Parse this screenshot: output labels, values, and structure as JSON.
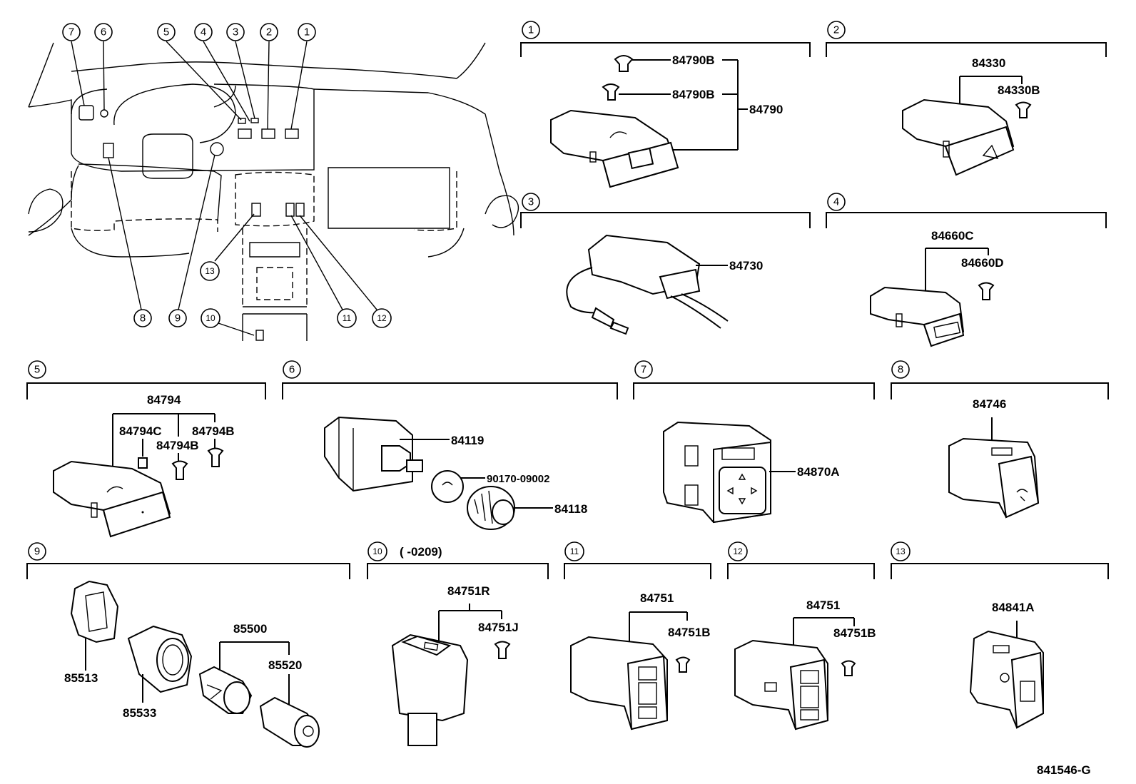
{
  "drawing_code": "841546-G",
  "overview": {
    "callouts": [
      "1",
      "2",
      "3",
      "4",
      "5",
      "6",
      "7",
      "8",
      "9",
      "10",
      "11",
      "12",
      "13"
    ]
  },
  "sections": {
    "s1": {
      "num": "1",
      "parts": [
        "84790B",
        "84790B",
        "84790"
      ]
    },
    "s2": {
      "num": "2",
      "parts": [
        "84330",
        "84330B"
      ]
    },
    "s3": {
      "num": "3",
      "parts": [
        "84730"
      ]
    },
    "s4": {
      "num": "4",
      "parts": [
        "84660C",
        "84660D"
      ]
    },
    "s5": {
      "num": "5",
      "parts": [
        "84794",
        "84794C",
        "84794B",
        "84794B"
      ]
    },
    "s6": {
      "num": "6",
      "parts": [
        "84119",
        "90170-09002",
        "84118"
      ]
    },
    "s7": {
      "num": "7",
      "parts": [
        "84870A"
      ]
    },
    "s8": {
      "num": "8",
      "parts": [
        "84746"
      ]
    },
    "s9": {
      "num": "9",
      "parts": [
        "85500",
        "85520",
        "85513",
        "85533"
      ]
    },
    "s10": {
      "num": "10",
      "note": "(        -0209)",
      "parts": [
        "84751R",
        "84751J"
      ]
    },
    "s11": {
      "num": "11",
      "parts": [
        "84751",
        "84751B"
      ]
    },
    "s12": {
      "num": "12",
      "parts": [
        "84751",
        "84751B"
      ]
    },
    "s13": {
      "num": "13",
      "parts": [
        "84841A"
      ]
    }
  },
  "icons": [
    "screw-clip-icon",
    "switch-housing-icon",
    "knob-icon",
    "cigarette-lighter-icon",
    "dashboard-outline-icon"
  ]
}
